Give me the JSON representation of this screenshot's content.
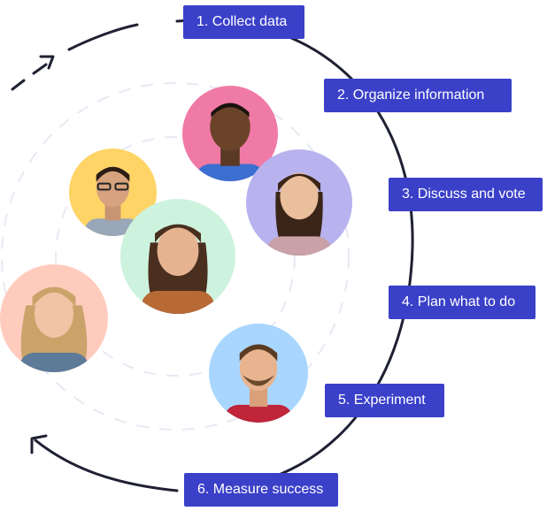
{
  "steps": [
    {
      "label": "1. Collect data"
    },
    {
      "label": "2. Organize information"
    },
    {
      "label": "3. Discuss and vote"
    },
    {
      "label": "4. Plan what to do"
    },
    {
      "label": "5. Experiment"
    },
    {
      "label": "6. Measure success"
    }
  ],
  "colors": {
    "step_box": "#3a40c8",
    "step_text": "#ffffff",
    "cycle_line": "#1f2133",
    "dashed_rings": "#e7eaf3",
    "avatar_backgrounds": [
      "#f07aa6",
      "#ffd467",
      "#b8b3ee",
      "#cdf3df",
      "#ffcbbd",
      "#a9d6ff"
    ]
  },
  "icons": [
    "arrow-head-icon",
    "person-avatar-icon"
  ]
}
